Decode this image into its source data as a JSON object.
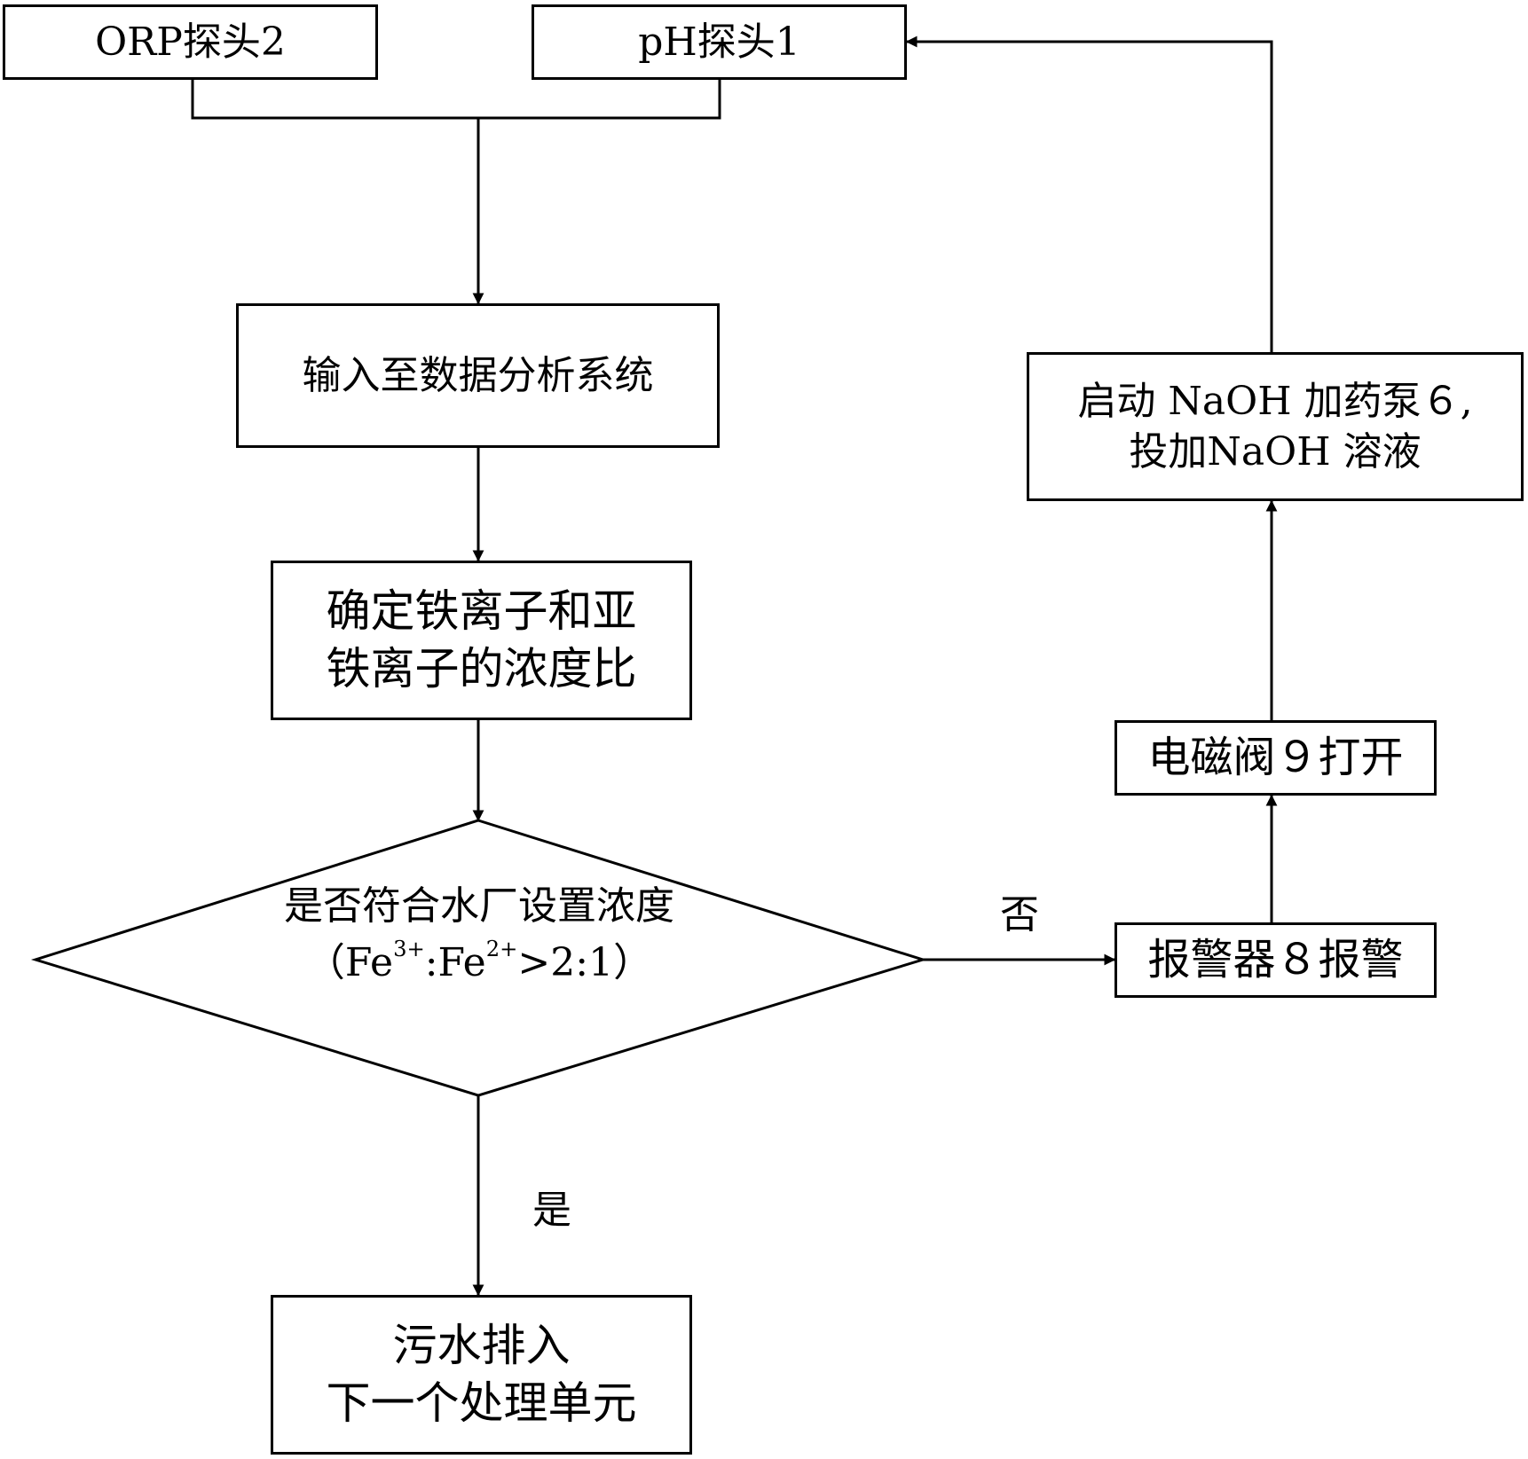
{
  "nodes": {
    "orp_probe": "ORP探头2",
    "ph_probe": "pH探头1",
    "data_input": "输入至数据分析系统",
    "ratio_line1": "确定铁离子和亚",
    "ratio_line2": "铁离子的浓度比",
    "decision_line1": "是否符合水厂设置浓度",
    "decision_cond_open": "（Fe",
    "decision_cond_sup1": "3+",
    "decision_cond_mid": ":Fe",
    "decision_cond_sup2": "2+",
    "decision_cond_close": ">2:1）",
    "discharge_line1": "污水排入",
    "discharge_line2": "下一个处理单元",
    "alarm": "报警器８报警",
    "valve": "电磁阀９打开",
    "pump_line1": "启动 NaOH 加药泵６,",
    "pump_line2": "投加NaOH 溶液"
  },
  "edges": {
    "no_label": "否",
    "yes_label": "是"
  }
}
